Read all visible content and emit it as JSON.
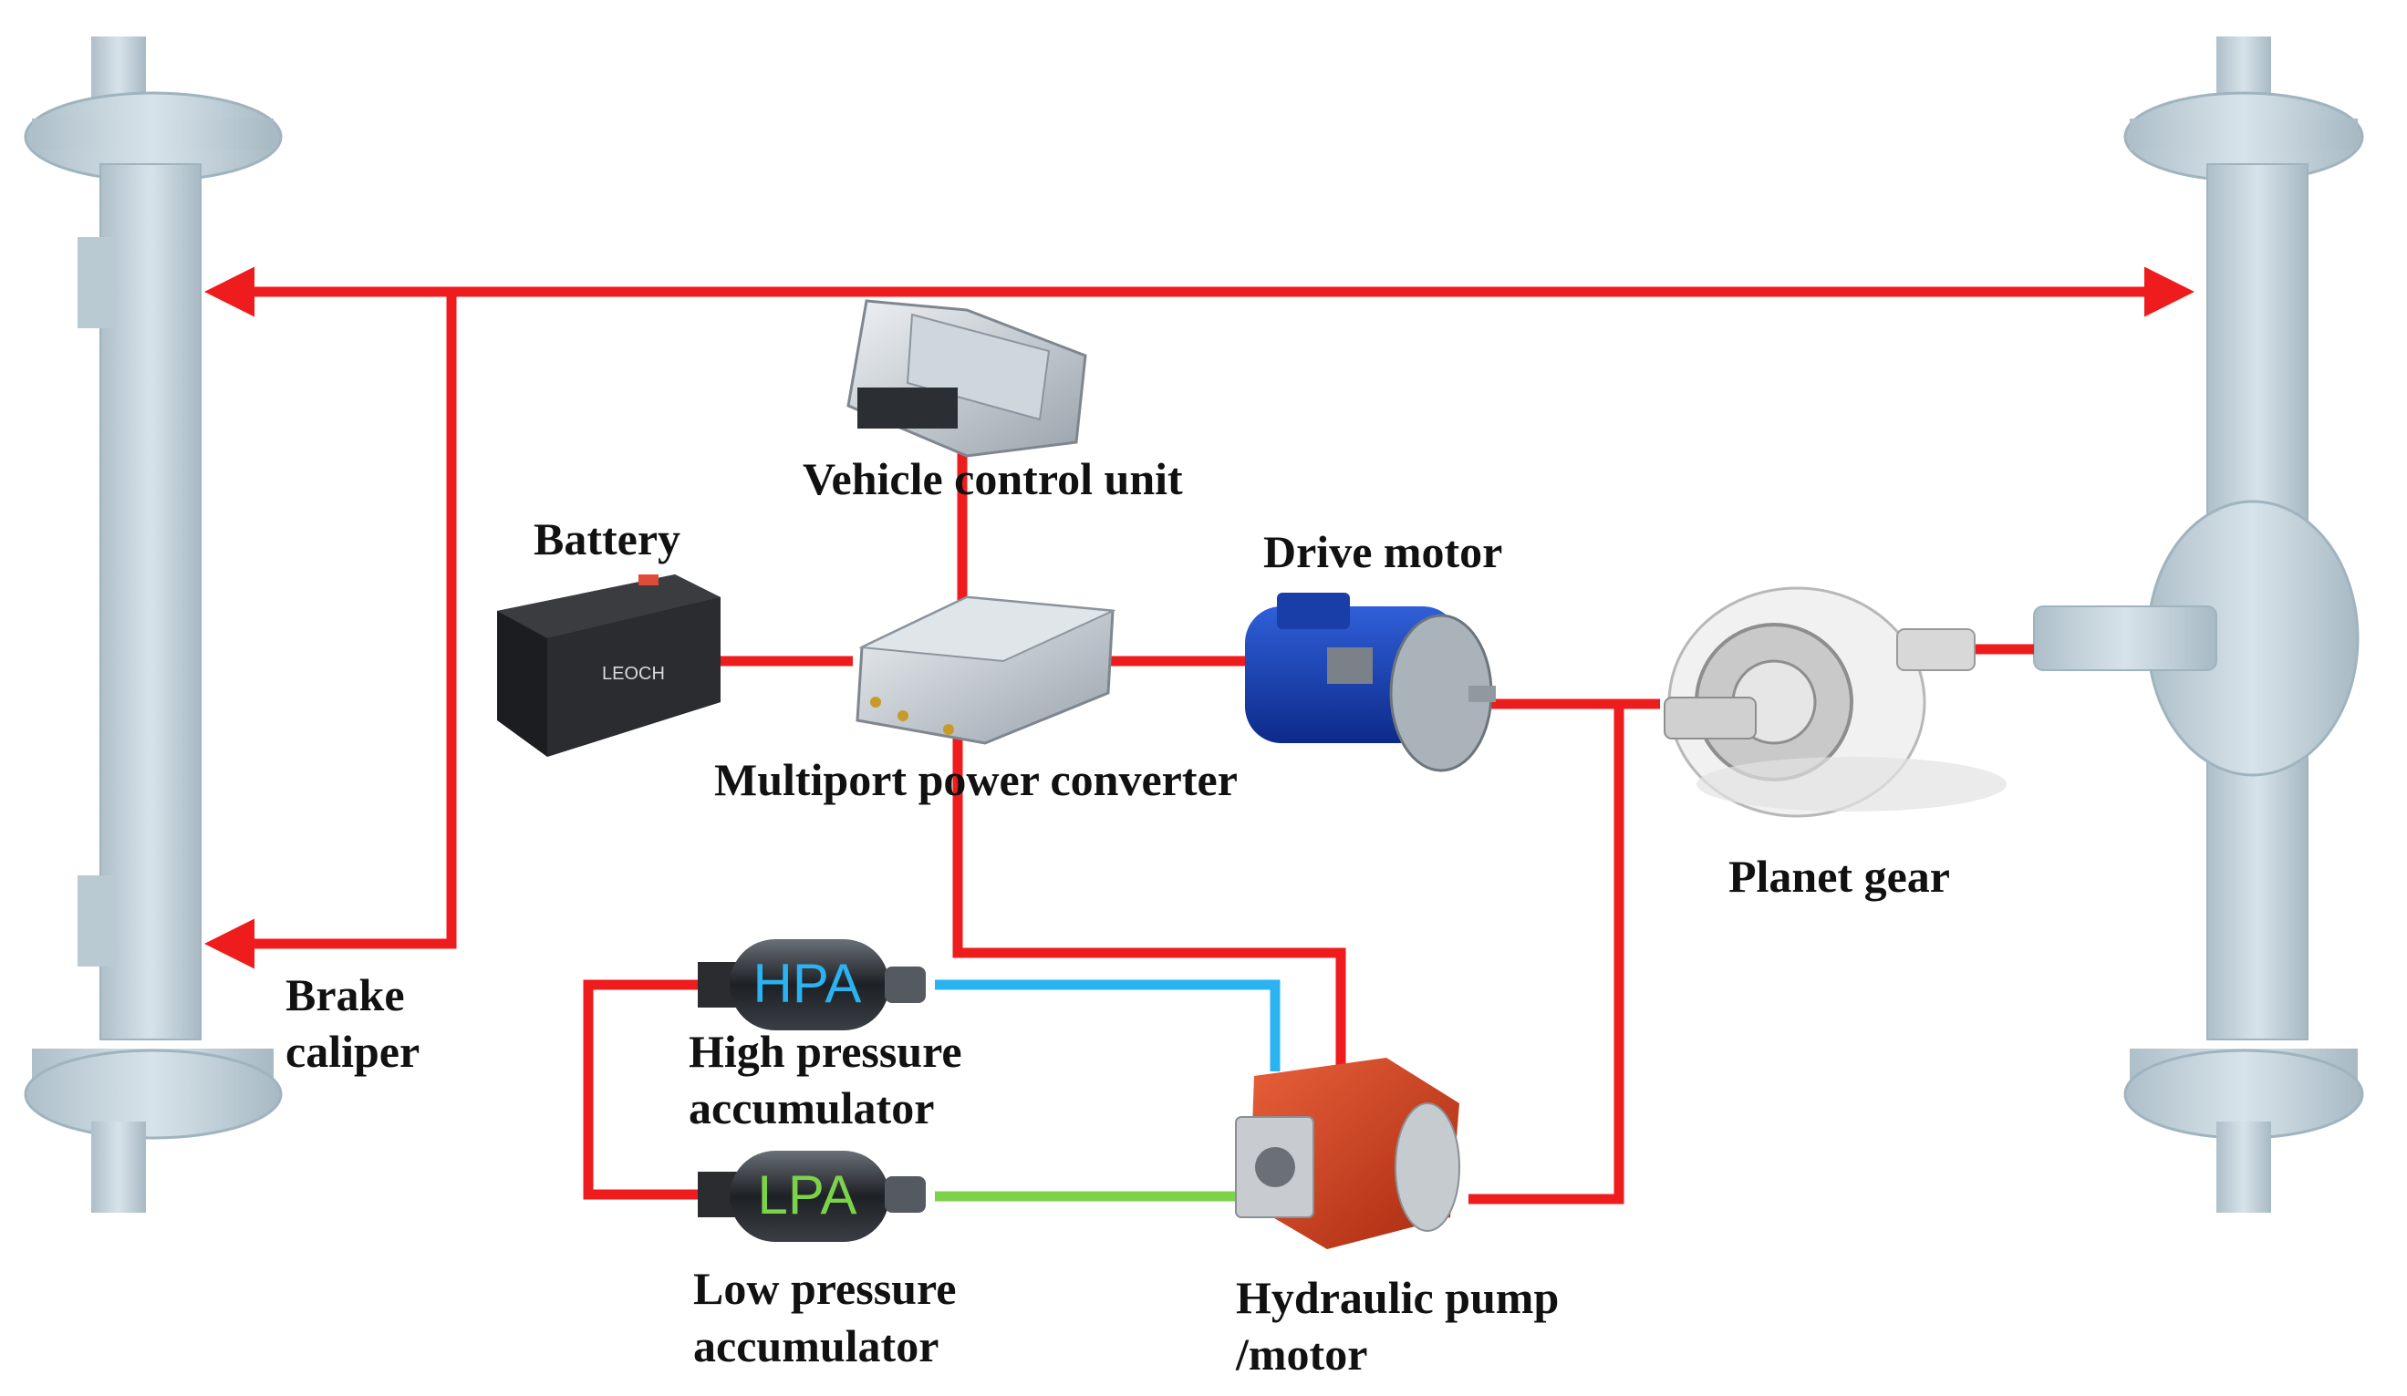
{
  "colors": {
    "power_line": "#ee1c1c",
    "hydraulic_high": "#2ab3f0",
    "hydraulic_low": "#7cd34a",
    "axle": "#c9d8e0",
    "axle_shadow": "#9fb4bf",
    "background": "#ffffff"
  },
  "labels": {
    "vehicle_control_unit": "Vehicle control unit",
    "battery": "Battery",
    "drive_motor": "Drive motor",
    "multiport_power_converter": "Multiport power converter",
    "planet_gear": "Planet gear",
    "brake_caliper_line1": "Brake",
    "brake_caliper_line2": "caliper",
    "hpa_line1": "High pressure",
    "hpa_line2": "accumulator",
    "lpa_line1": "Low pressure",
    "lpa_line2": "accumulator",
    "pump_line1": "Hydraulic pump",
    "pump_line2": "/motor"
  },
  "accumulators": {
    "high": "HPA",
    "low": "LPA"
  },
  "battery_brand": "LEOCH"
}
